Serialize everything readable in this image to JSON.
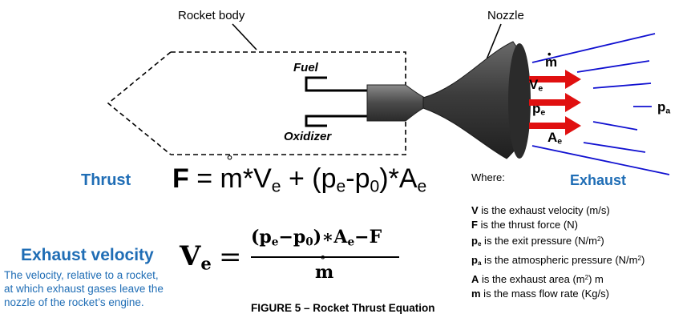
{
  "figure": {
    "caption": "FIGURE 5 – Rocket Thrust Equation"
  },
  "diagram": {
    "rocket_body_label": "Rocket body",
    "nozzle_label": "Nozzle",
    "fuel_label": "Fuel",
    "oxidizer_label": "Oxidizer",
    "exhaust_labels": {
      "mdot": "m",
      "ve_base": "V",
      "ve_sub": "e",
      "pe_base": "p",
      "pe_sub": "e",
      "ae_base": "A",
      "ae_sub": "e",
      "pa_base": "p",
      "pa_sub": "a"
    },
    "colors": {
      "arrow": "#e01010",
      "exhaust_lines": "#1010d0",
      "heading_blue": "#1f6db5",
      "nozzle_gray": "#3a3a3a"
    }
  },
  "thrust": {
    "heading": "Thrust",
    "F": "F",
    "eq": "=",
    "mdot": "m",
    "star1": "*",
    "V": "V",
    "V_sub": "e",
    "plus": "+ (",
    "p1": "p",
    "p1_sub": "e",
    "minus": "-",
    "p0": "p",
    "p0_sub": "0",
    "close": ")*",
    "A": "A",
    "A_sub": "e"
  },
  "exhaust_heading": "Exhaust",
  "exhaust_velocity": {
    "heading": "Exhaust velocity",
    "description_lines": [
      "The velocity, relative to a rocket,",
      "at which exhaust gases leave the",
      "nozzle of the rocket’s engine."
    ],
    "lhs": "V",
    "lhs_sub": "e",
    "eq": "=",
    "num_open": "(p",
    "num_p_sub": "e",
    "num_minus": "−p",
    "num_p0_sub": "0",
    "num_close": ")∗A",
    "num_A_sub": "e",
    "num_tail": "−F",
    "den": "m"
  },
  "where": {
    "title": "Where:",
    "items": [
      {
        "sym": "V",
        "sub": "",
        "text": " is the exhaust velocity (m/s)"
      },
      {
        "sym": "F",
        "sub": "",
        "text": " is the thrust force (N)"
      },
      {
        "sym": "p",
        "sub": "e",
        "text": " is the exit pressure (N/m",
        "sup": "2",
        "tail": ")"
      },
      {
        "sym": "p",
        "sub": "a",
        "text": " is the atmospheric pressure (N/m",
        "sup": "2",
        "tail": ")"
      },
      {
        "sym": "A",
        "sub": "",
        "text": " is the exhaust area (m",
        "sup": "2",
        "tail": ") m"
      },
      {
        "sym": "m",
        "sub": "",
        "text": " is the mass flow rate (Kg/s)"
      }
    ]
  }
}
